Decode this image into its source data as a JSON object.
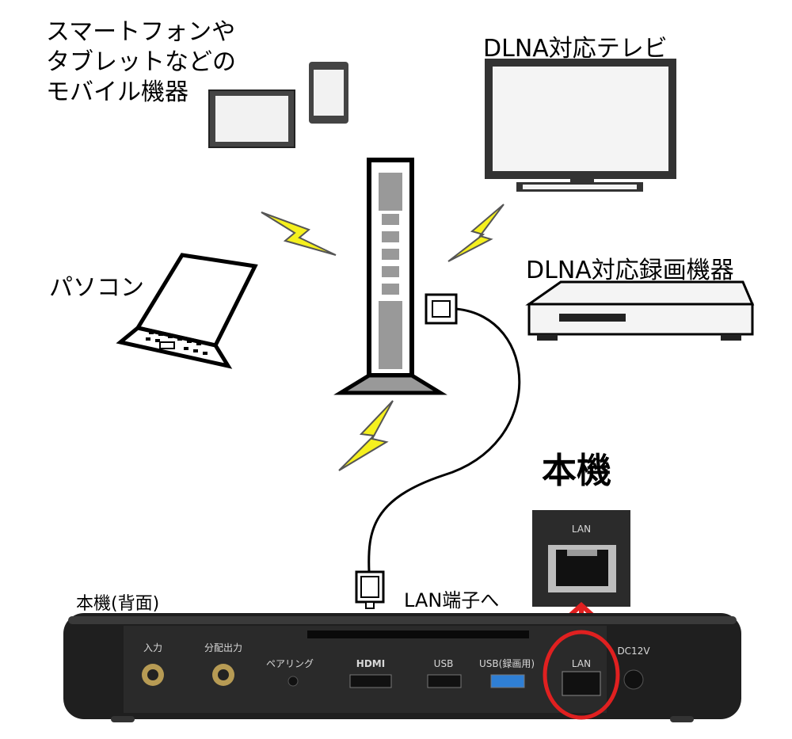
{
  "labels": {
    "mobile_lines": [
      "スマートフォンや",
      "タブレットなどの",
      "モバイル機器"
    ],
    "tv": "DLNA対応テレビ",
    "recorder": "DLNA対応録画機器",
    "pc": "パソコン",
    "unit": "本機",
    "lan_terminal": "LAN端子へ",
    "rear": "本機(背面)"
  },
  "rear_panel_ports": {
    "input": "入力",
    "split_output": "分配出力",
    "pairing": "ペアリング",
    "hdmi": "HDMI",
    "usb": "USB",
    "usb_recording": "USB(録画用)",
    "lan": "LAN",
    "dc": "DC12V"
  },
  "zoom_port_label": "LAN",
  "colors": {
    "lightning": "#f5f01e",
    "highlight": "#e02020",
    "device_body": "#2a2a2a",
    "usb_blue": "#2f7fd4"
  }
}
